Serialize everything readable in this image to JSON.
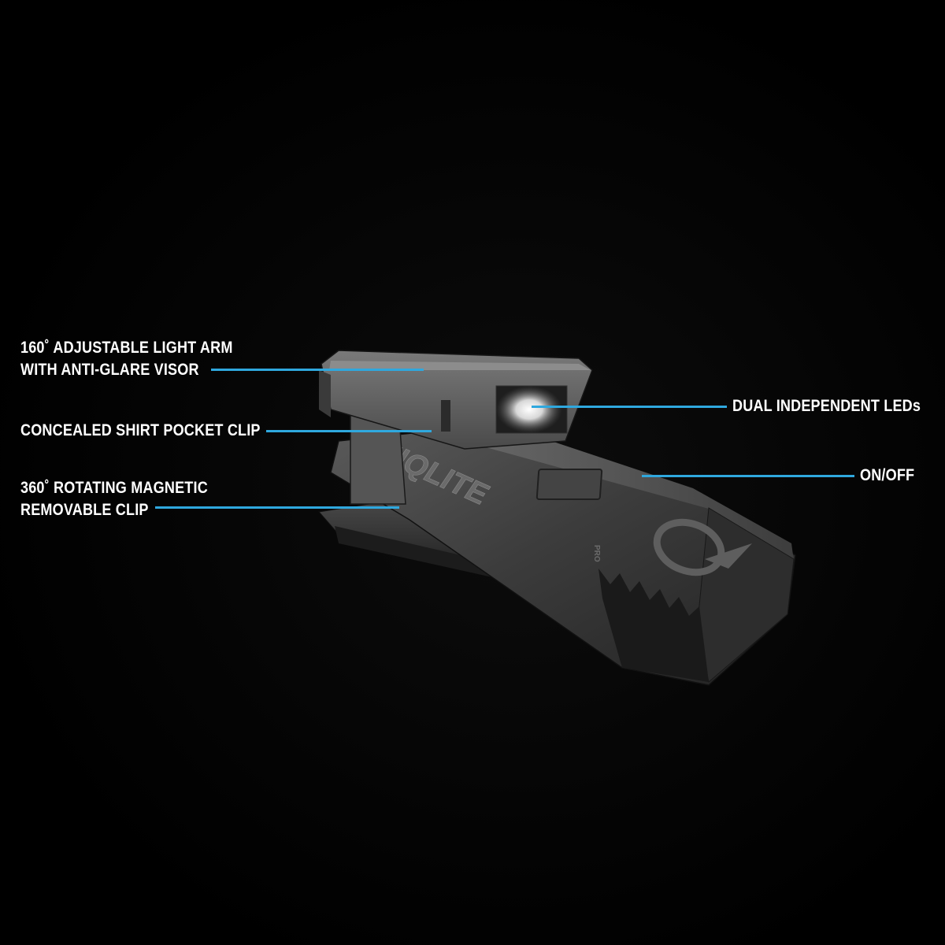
{
  "callouts": {
    "light_arm": {
      "line1": "160˚ ADJUSTABLE LIGHT ARM",
      "line2": "WITH ANTI-GLARE VISOR"
    },
    "pocket_clip": {
      "line1": "CONCEALED SHIRT POCKET CLIP"
    },
    "magnetic_clip": {
      "line1": "360˚ ROTATING MAGNETIC",
      "line2": "REMOVABLE CLIP"
    },
    "leds": {
      "line1": "DUAL INDEPENDENT LEDs"
    },
    "power": {
      "line1": "ON/OFF"
    }
  },
  "product": {
    "brand_text": "QUIQLITE",
    "model_text": "PRO",
    "logo_letter": "Q"
  },
  "colors": {
    "background": "#000000",
    "leader_line": "#2fa8de",
    "label_text": "#ffffff",
    "body": "#3a3a3a"
  }
}
